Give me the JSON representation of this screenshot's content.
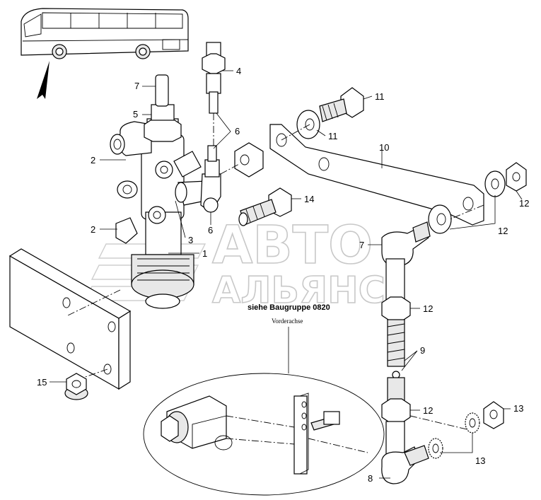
{
  "watermark": {
    "line1": "АВТО",
    "line2": "АЛЬЯНС"
  },
  "notes": {
    "group_reference": "siehe Baugruppe 0820",
    "axle_label": "Vorderachse"
  },
  "callouts": [
    {
      "id": "c1",
      "label": "1"
    },
    {
      "id": "c2a",
      "label": "2"
    },
    {
      "id": "c2b",
      "label": "2"
    },
    {
      "id": "c3",
      "label": "3"
    },
    {
      "id": "c4a",
      "label": "4"
    },
    {
      "id": "c4b",
      "label": "4"
    },
    {
      "id": "c5",
      "label": "5"
    },
    {
      "id": "c6a",
      "label": "6"
    },
    {
      "id": "c6b",
      "label": "6"
    },
    {
      "id": "c7a",
      "label": "7"
    },
    {
      "id": "c7b",
      "label": "7"
    },
    {
      "id": "c8",
      "label": "8"
    },
    {
      "id": "c9",
      "label": "9"
    },
    {
      "id": "c10",
      "label": "10"
    },
    {
      "id": "c11a",
      "label": "11"
    },
    {
      "id": "c11b",
      "label": "11"
    },
    {
      "id": "c12a",
      "label": "12"
    },
    {
      "id": "c12b",
      "label": "12"
    },
    {
      "id": "c12c",
      "label": "12"
    },
    {
      "id": "c12d",
      "label": "12"
    },
    {
      "id": "c13",
      "label": "13"
    },
    {
      "id": "c14",
      "label": "14"
    },
    {
      "id": "c15",
      "label": "15"
    }
  ]
}
